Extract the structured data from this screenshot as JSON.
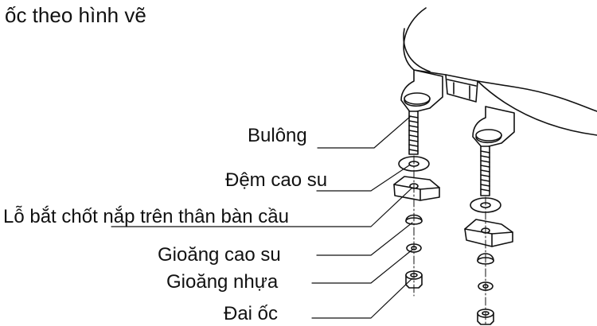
{
  "heading": "ốc theo hình vẽ",
  "labels": {
    "bolt": "Bulông",
    "rubber_pad": "Đệm cao su",
    "hole": "Lỗ bắt chốt nắp trên thân bàn cầu",
    "rubber_gasket": "Gioăng cao su",
    "plastic_gasket": "Gioăng nhựa",
    "nut": "Đai ốc"
  }
}
